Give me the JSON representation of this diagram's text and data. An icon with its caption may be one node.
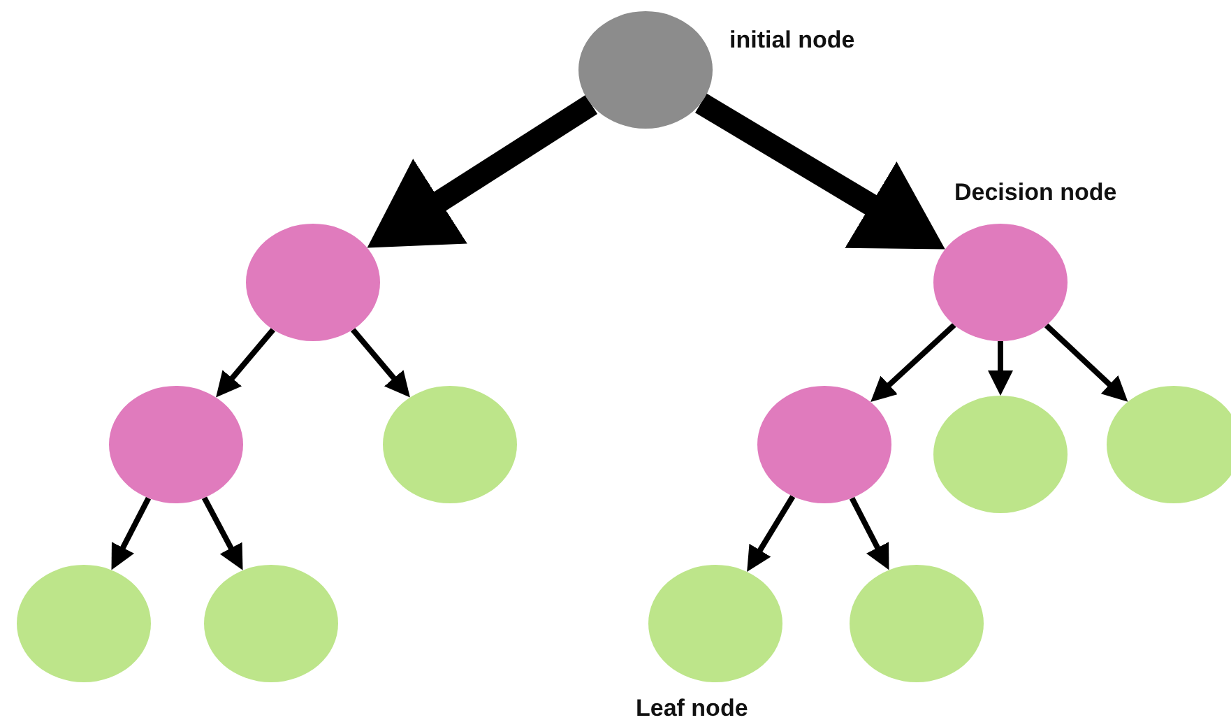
{
  "diagram": {
    "nodes": [
      {
        "text": [],
        "shape": "circle",
        "beside": [
          "initial node"
        ]
      },
      {
        "text": [],
        "shape": "circle"
      },
      {
        "text": [],
        "shape": "circle",
        "beside": [
          "Decision node"
        ]
      },
      {
        "text": [],
        "shape": "circle"
      },
      {
        "text": [],
        "shape": "circle"
      },
      {
        "text": [],
        "shape": "circle"
      },
      {
        "text": [],
        "shape": "circle"
      },
      {
        "text": [],
        "shape": "circle"
      },
      {
        "text": [],
        "shape": "circle"
      },
      {
        "text": [],
        "shape": "circle"
      },
      {
        "text": [],
        "shape": "circle",
        "beside": [
          "Leaf node"
        ]
      },
      {
        "text": [],
        "shape": "circle"
      }
    ],
    "edges": [
      {
        "from": 0,
        "to": 1,
        "arrow": "to",
        "style": "thick"
      },
      {
        "from": 0,
        "to": 2,
        "arrow": "to",
        "style": "thick"
      },
      {
        "from": 1,
        "to": 3,
        "arrow": "to"
      },
      {
        "from": 1,
        "to": 4,
        "arrow": "to"
      },
      {
        "from": 2,
        "to": 5,
        "arrow": "to"
      },
      {
        "from": 2,
        "to": 6,
        "arrow": "to"
      },
      {
        "from": 2,
        "to": 7,
        "arrow": "to"
      },
      {
        "from": 3,
        "to": 8,
        "arrow": "to"
      },
      {
        "from": 3,
        "to": 9,
        "arrow": "to"
      },
      {
        "from": 5,
        "to": 10,
        "arrow": "to"
      },
      {
        "from": 5,
        "to": 11,
        "arrow": "to"
      }
    ]
  }
}
